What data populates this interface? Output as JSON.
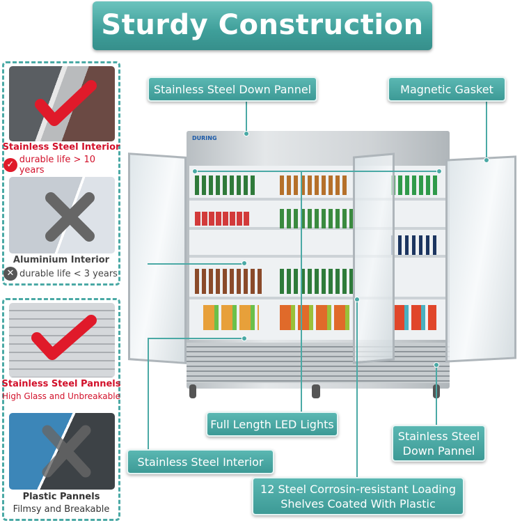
{
  "title": "Sturdy Construction",
  "comparison": {
    "interior_good": {
      "title": "Stainless Steel Interior",
      "desc": "durable life > 10 years",
      "icon": "check-icon"
    },
    "interior_bad": {
      "title": "Aluminium Interior",
      "desc": "durable life < 3 years",
      "icon": "x-icon"
    },
    "panel_good": {
      "title": "Stainless Steel Pannels",
      "desc": "High Glass and Unbreakable"
    },
    "panel_bad": {
      "title": "Plastic Pannels",
      "desc": "Filmsy and Breakable"
    }
  },
  "brand": "DURING",
  "callouts": {
    "down_panel_top": "Stainless Steel Down Pannel",
    "gasket": "Magnetic Gasket",
    "led": "Full Length LED Lights",
    "down_panel_bottom_1": "Stainless Steel",
    "down_panel_bottom_2": "Down Pannel",
    "interior": "Stainless Steel Interior",
    "shelves_1": "12 Steel Corrosin-resistant Loading",
    "shelves_2": "Shelves Coated With Plastic"
  },
  "colors": {
    "accent": "#3d9a96",
    "red": "#d2102a",
    "gray": "#555555"
  }
}
